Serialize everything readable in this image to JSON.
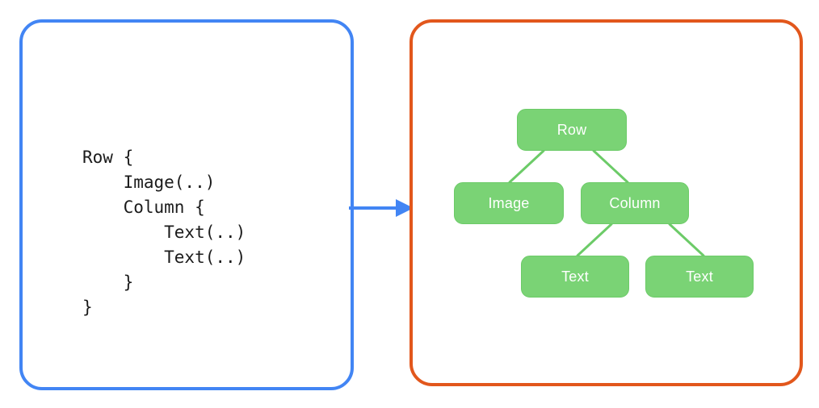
{
  "diagram": {
    "left_panel": {
      "name": "code-panel",
      "border_color": "#4285F4",
      "code": "Row {\n    Image(..)\n    Column {\n        Text(..)\n        Text(..)\n    }\n}"
    },
    "connector": {
      "name": "arrow",
      "direction": "left-to-right",
      "color": "#4285F4"
    },
    "right_panel": {
      "name": "tree-panel",
      "border_color": "#E2571C",
      "node_fill": "#7AD375",
      "node_text_color": "#FFFFFF",
      "edge_color": "#6CCB68",
      "nodes": [
        {
          "id": "row",
          "label": "Row"
        },
        {
          "id": "image",
          "label": "Image"
        },
        {
          "id": "column",
          "label": "Column"
        },
        {
          "id": "text1",
          "label": "Text"
        },
        {
          "id": "text2",
          "label": "Text"
        }
      ],
      "edges": [
        {
          "from": "row",
          "to": "image"
        },
        {
          "from": "row",
          "to": "column"
        },
        {
          "from": "column",
          "to": "text1"
        },
        {
          "from": "column",
          "to": "text2"
        }
      ]
    }
  }
}
